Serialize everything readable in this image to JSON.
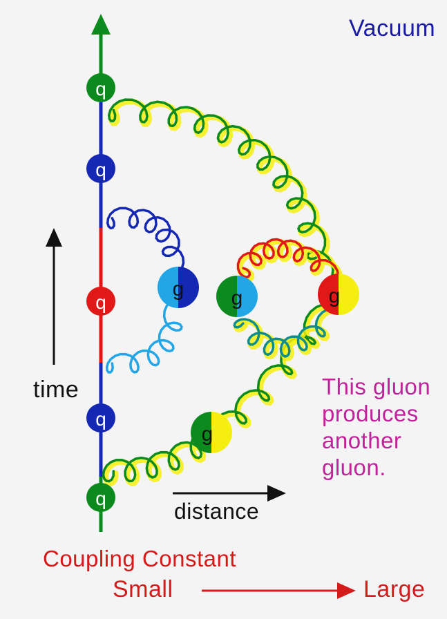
{
  "labels": {
    "vacuum": "Vacuum",
    "time": "time",
    "distance": "distance",
    "gluon_note": [
      "This gluon",
      "produces",
      "another",
      "gluon."
    ],
    "coupling_constant": "Coupling Constant",
    "small": "Small",
    "large": "Large"
  },
  "particles": {
    "quark_label": "q",
    "gluon_label": "g"
  },
  "colors": {
    "red": "#e01818",
    "green": "#0d8a1e",
    "blue": "#1428b4",
    "light_blue": "#22a6e6",
    "yellow": "#f6ee10",
    "magenta_text": "#c0229a",
    "red_text": "#d51a1a",
    "vacuum_text": "#1a1aa6"
  }
}
